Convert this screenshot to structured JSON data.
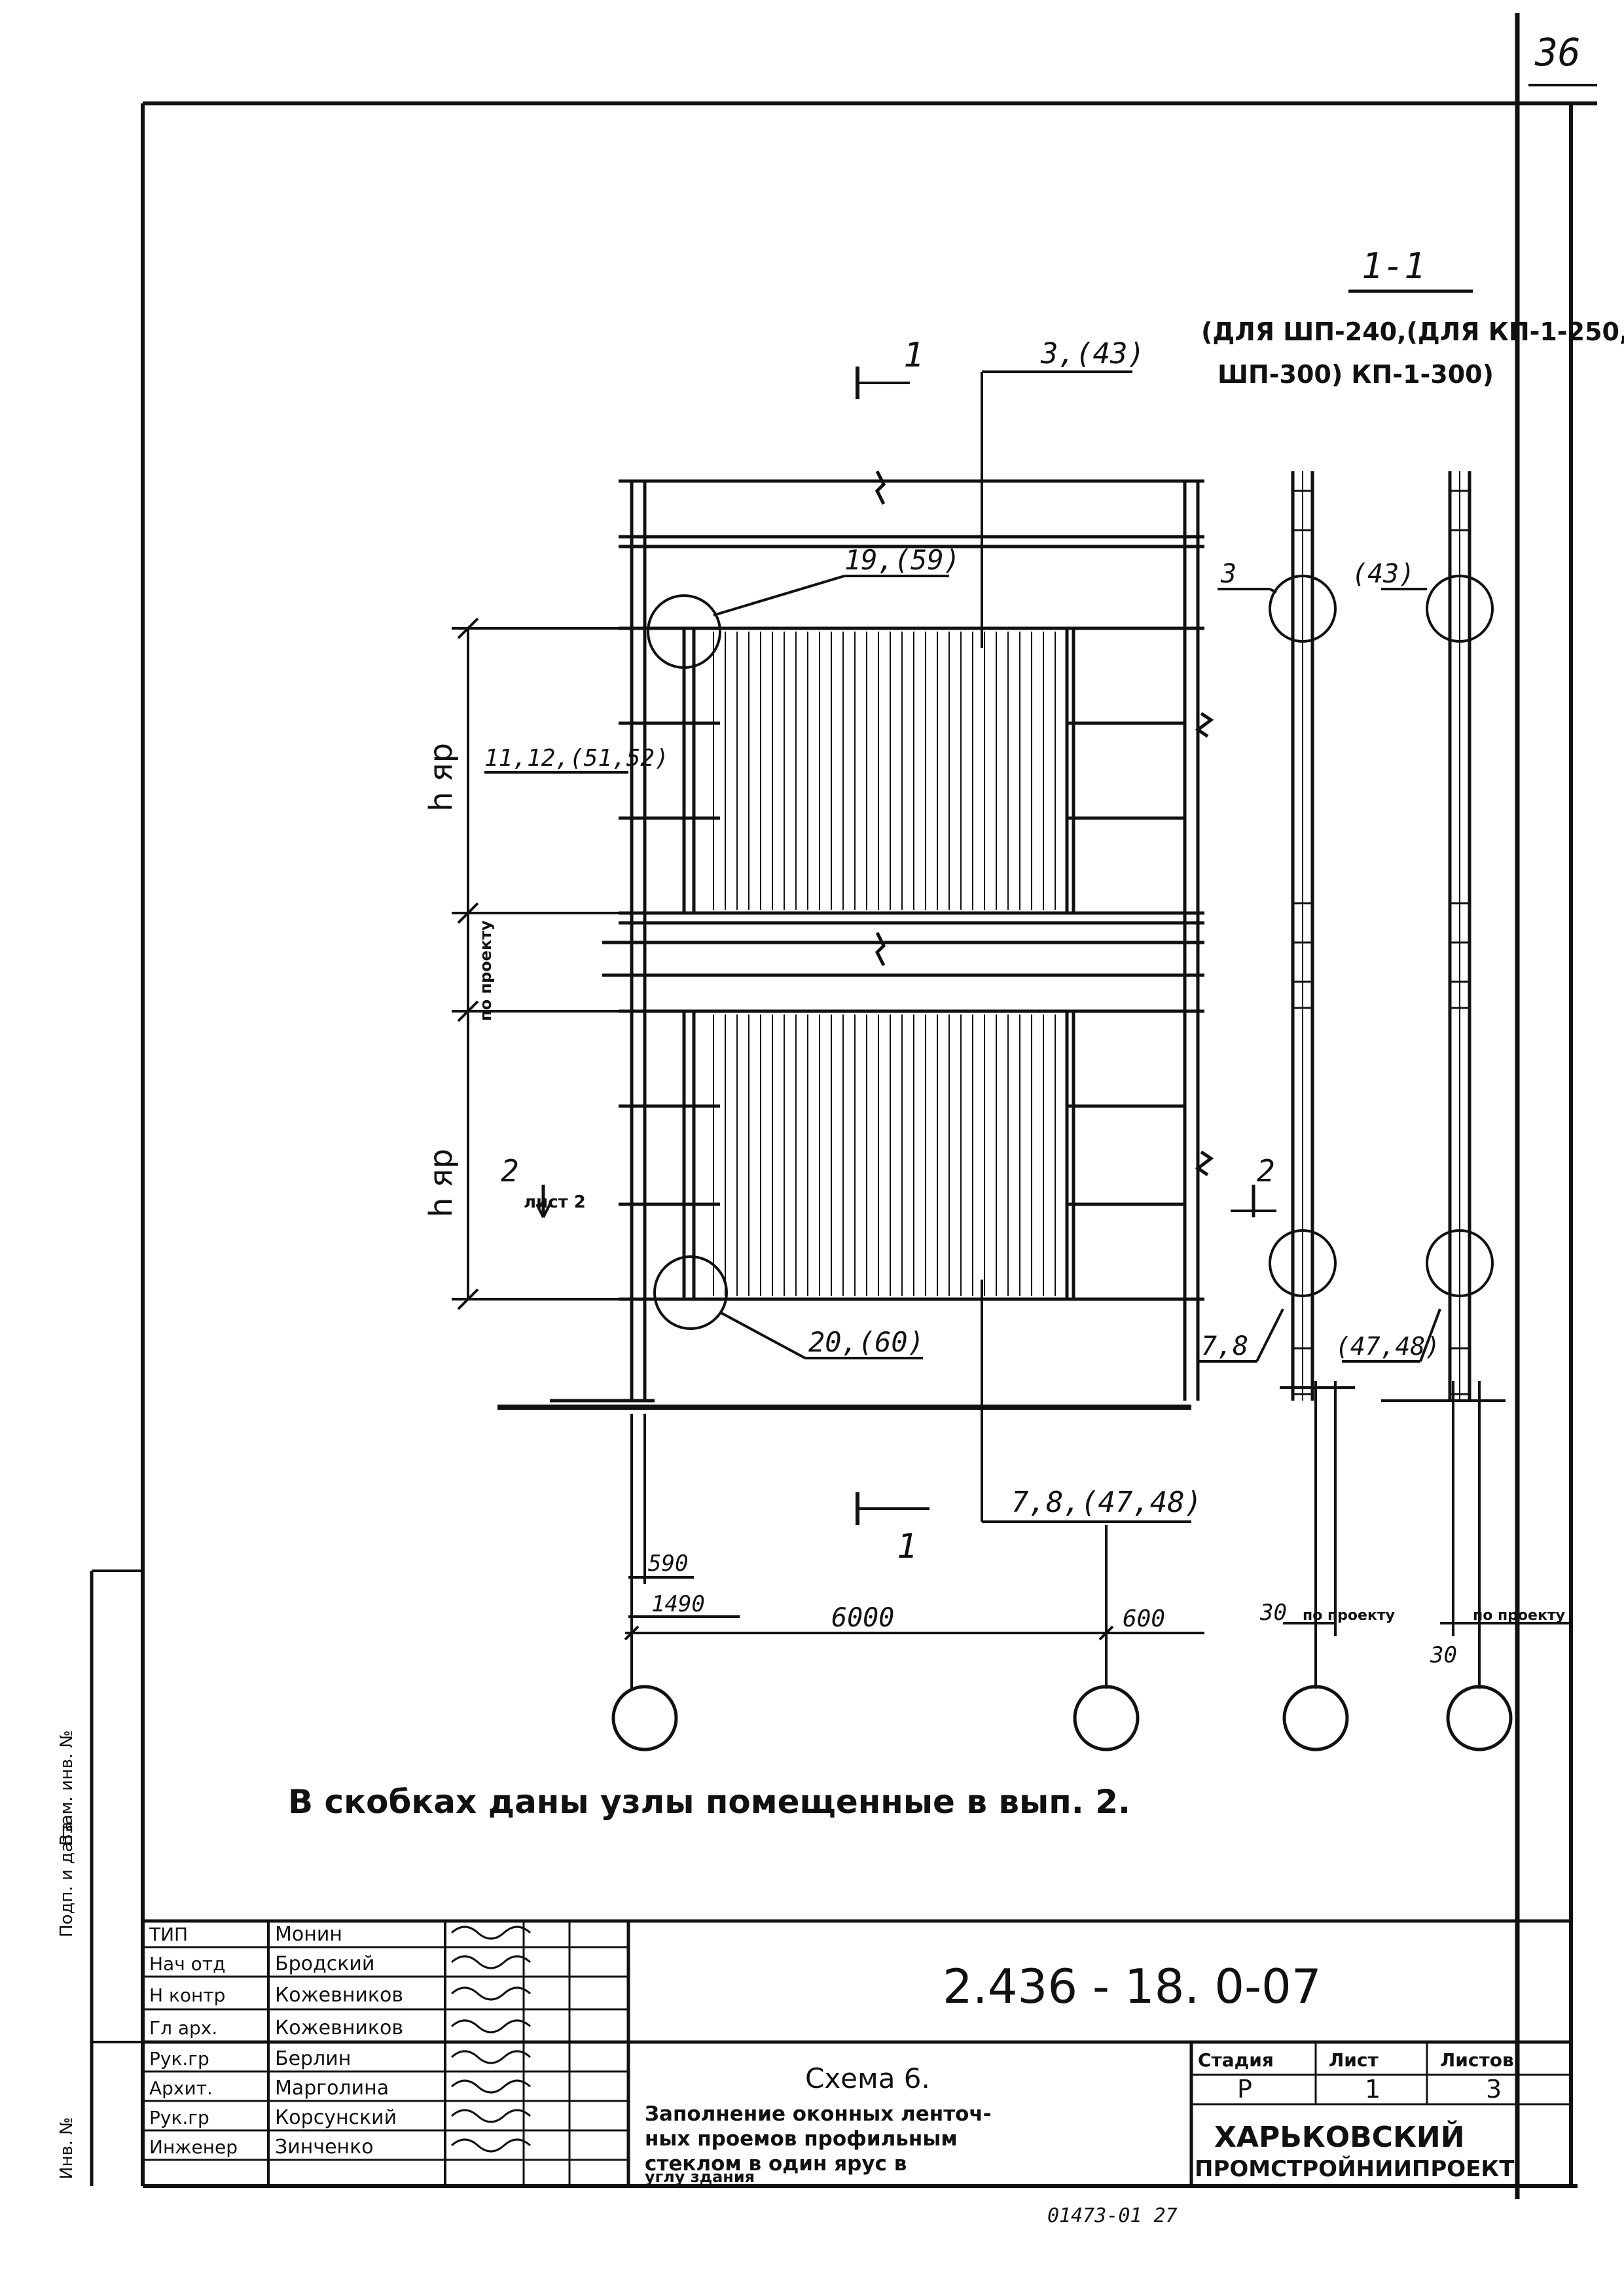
{
  "sheet_corner_number": "36",
  "section": {
    "title": "1-1",
    "note_line1": "(ДЛЯ ШП-240,(ДЛЯ КП-1-250,",
    "note_line2": "ШП-300)  КП-1-300)",
    "cut_label_top": "1",
    "cut_label_bottom": "1"
  },
  "callouts": {
    "top_ref": "3,(43)",
    "node_top_left": "19,(59)",
    "side_ref": "11,12,(51,52)",
    "node_bottom_left": "20,(60)",
    "bottom_ref": "7,8,(47,48)",
    "section_left_top": "3",
    "section_right_top": "(43)",
    "section_left_bottom": "7,8",
    "section_right_bottom": "(47,48)",
    "cut2_number": "2",
    "cut2_sheet": "лист 2",
    "cut2_right": "2"
  },
  "dimensions": {
    "h_tier_top": "h яр",
    "by_project_vertical": "по проекту",
    "h_tier_bottom": "h яр",
    "d590": "590",
    "d1490": "1490",
    "d6000": "6000",
    "d600": "600",
    "d30_left": "30",
    "by_project_1": "по проекту",
    "by_project_2": "по проекту",
    "d30_right": "30"
  },
  "note": "В скобках даны узлы помещенные в вып. 2.",
  "left_margin_stamps": [
    "Инв. №",
    "Подп. и дата",
    "Взам. инв. №"
  ],
  "title_block": {
    "doc_code": "2.436 - 18. 0-07",
    "scheme_title": "Схема 6.",
    "scheme_desc": [
      "Заполнение оконных ленточ-",
      "ных проемов профильным",
      "стеклом в один ярус в",
      "углу здания"
    ],
    "stage_header": "Стадия",
    "sheet_header": "Лист",
    "sheets_header": "Листов",
    "stage": "Р",
    "sheet": "1",
    "sheets": "3",
    "org_line1": "ХАРЬКОВСКИЙ",
    "org_line2": "ПРОМСТРОЙНИИПРОЕКТ",
    "roles": [
      {
        "role": "ТИП",
        "name": "Монин"
      },
      {
        "role": "Нач отд",
        "name": "Бродский"
      },
      {
        "role": "Н контр",
        "name": "Кожевников"
      },
      {
        "role": "Гл арх.",
        "name": "Кожевников"
      },
      {
        "role": "Рук.гр",
        "name": "Берлин"
      },
      {
        "role": "Архит.",
        "name": "Марголина"
      },
      {
        "role": "Рук.гр",
        "name": "Корсунский"
      },
      {
        "role": "Инженер",
        "name": "Зинченко"
      }
    ],
    "bottom_code": "01473-01   27"
  }
}
